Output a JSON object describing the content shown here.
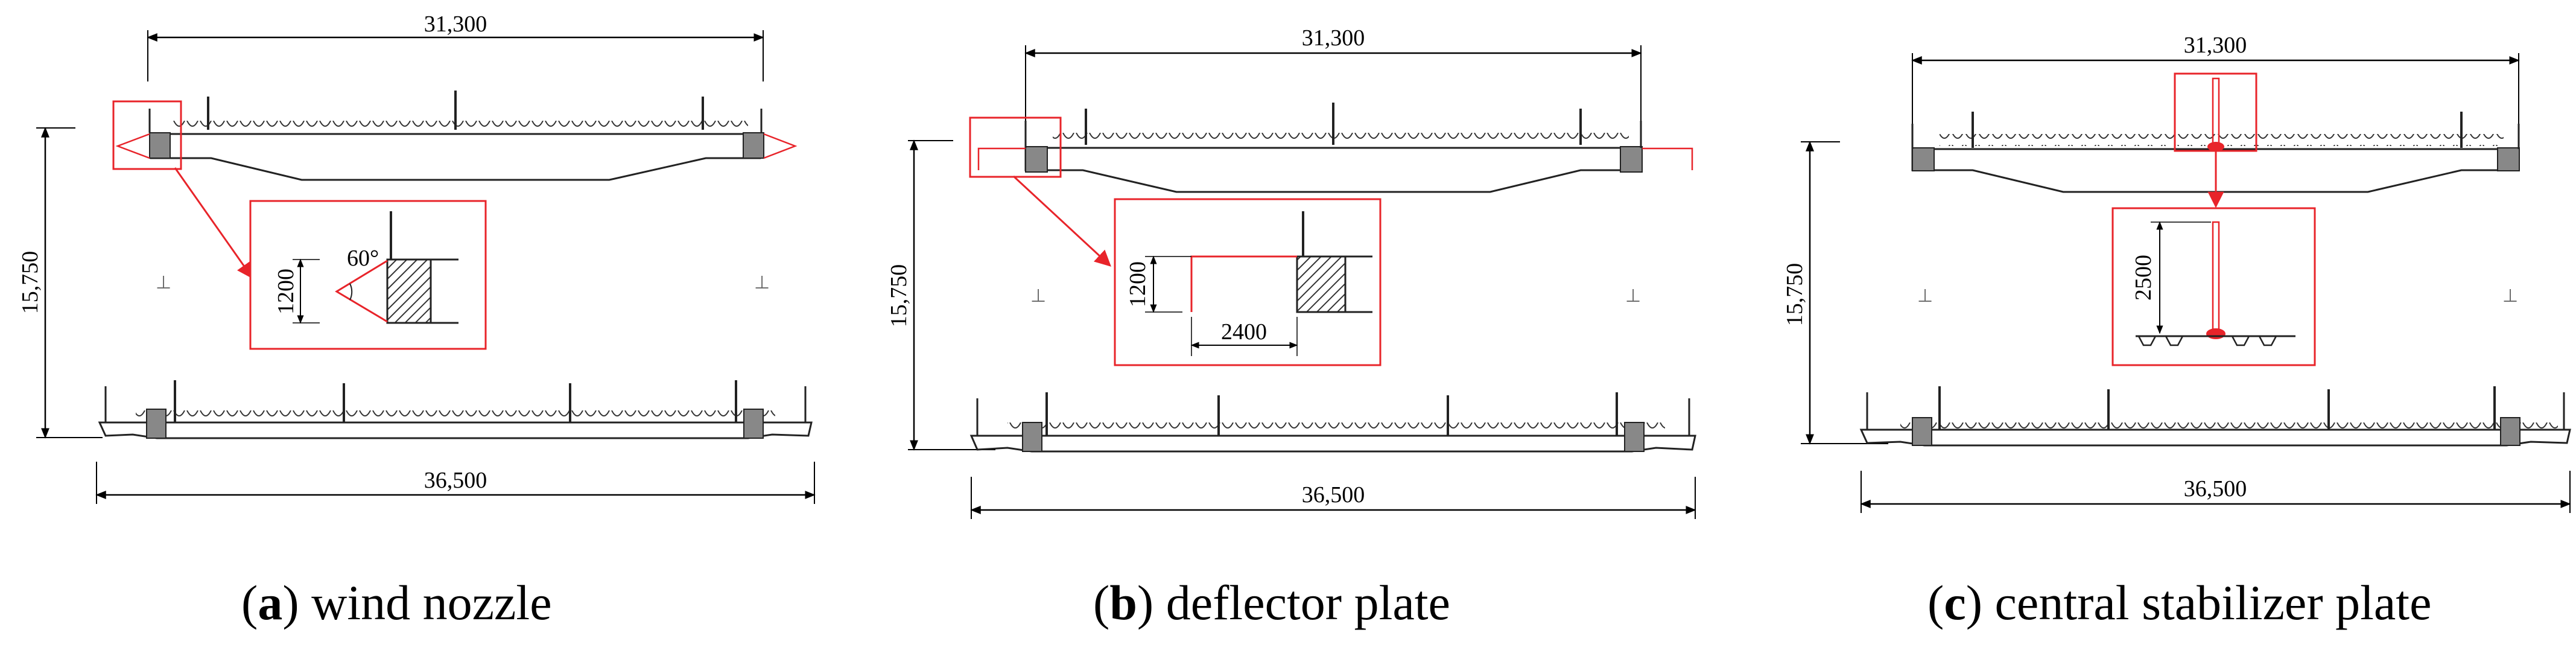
{
  "panels": [
    {
      "id": "a",
      "caption_letter": "a",
      "caption_text": "wind nozzle",
      "top_width": "31,300",
      "bottom_width": "36,500",
      "height": "15,750",
      "detail_labels": [
        "60°",
        "1200"
      ]
    },
    {
      "id": "b",
      "caption_letter": "b",
      "caption_text": "deflector plate",
      "top_width": "31,300",
      "bottom_width": "36,500",
      "height": "15,750",
      "detail_labels": [
        "1200",
        "2400"
      ]
    },
    {
      "id": "c",
      "caption_letter": "c",
      "caption_text": "central stabilizer plate",
      "top_width": "31,300",
      "bottom_width": "36,500",
      "height": "15,750",
      "detail_labels": [
        "2500"
      ]
    }
  ],
  "colors": {
    "highlight": "#e8242a",
    "line": "#000000",
    "hatch": "#333333"
  }
}
